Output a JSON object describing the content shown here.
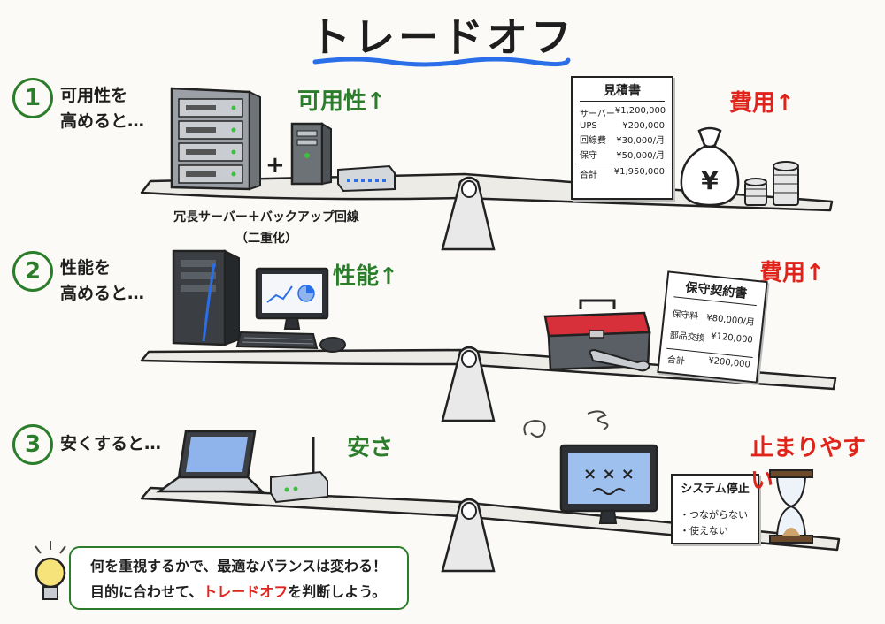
{
  "title": "トレードオフ",
  "scenes": [
    {
      "number": "1",
      "lead_line1": "可用性を",
      "lead_line2": "高めると…",
      "left_effect": "可用性↑",
      "right_effect": "費用↑",
      "caption_line1": "冗長サーバー＋バックアップ回線",
      "caption_line2": "（二重化）",
      "estimate": {
        "title": "見積書",
        "rows": [
          {
            "item": "サーバー",
            "price": "¥1,200,000"
          },
          {
            "item": "UPS",
            "price": "¥200,000"
          },
          {
            "item": "回線費",
            "price": "¥30,000/月"
          },
          {
            "item": "保守",
            "price": "¥50,000/月"
          }
        ],
        "total_label": "合計",
        "total_value": "¥1,950,000"
      }
    },
    {
      "number": "2",
      "lead_line1": "性能を",
      "lead_line2": "高めると…",
      "left_effect": "性能↑",
      "right_effect": "費用↑",
      "contract": {
        "title": "保守契約書",
        "rows": [
          {
            "item": "保守料",
            "price": "¥80,000/月"
          },
          {
            "item": "部品交換",
            "price": "¥120,000"
          }
        ],
        "total_label": "合計",
        "total_value": "¥200,000"
      }
    },
    {
      "number": "3",
      "lead_line1": "安くすると…",
      "left_effect": "安さ",
      "right_effect": "止まりやすい",
      "system_note": {
        "title": "システム停止",
        "items": [
          "・つながらない",
          "・使えない"
        ]
      }
    }
  ],
  "footer": {
    "line1": "何を重視するかで、最適なバランスは変わる！",
    "line2_pre": "目的に合わせて、",
    "line2_highlight": "トレードオフ",
    "line2_post": "を判断しよう。"
  },
  "colors": {
    "green": "#2b7d2b",
    "red": "#e0241b",
    "underline": "#2a6fe8"
  },
  "icons": [
    "server-rack-icon",
    "desktop-tower-icon",
    "network-switch-icon",
    "yen-money-bag-icon",
    "coin-stack-icon",
    "pc-tower-icon",
    "monitor-chart-icon",
    "keyboard-icon",
    "mouse-icon",
    "toolbox-icon",
    "wrench-icon",
    "laptop-icon",
    "router-icon",
    "broken-monitor-icon",
    "hourglass-icon",
    "lightbulb-icon",
    "fulcrum-icon"
  ]
}
